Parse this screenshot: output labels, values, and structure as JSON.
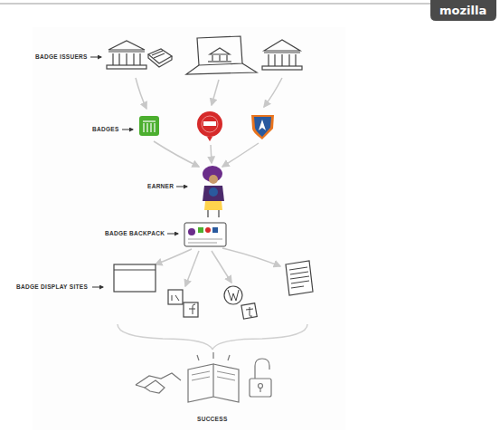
{
  "diagram": {
    "labels": [
      "mozilla",
      "BADGE ISSUERS",
      "BADGES",
      "EARNER",
      "BADGE BACKPACK",
      "BADGE DISPLAY SITES",
      "SUCCESS"
    ]
  }
}
